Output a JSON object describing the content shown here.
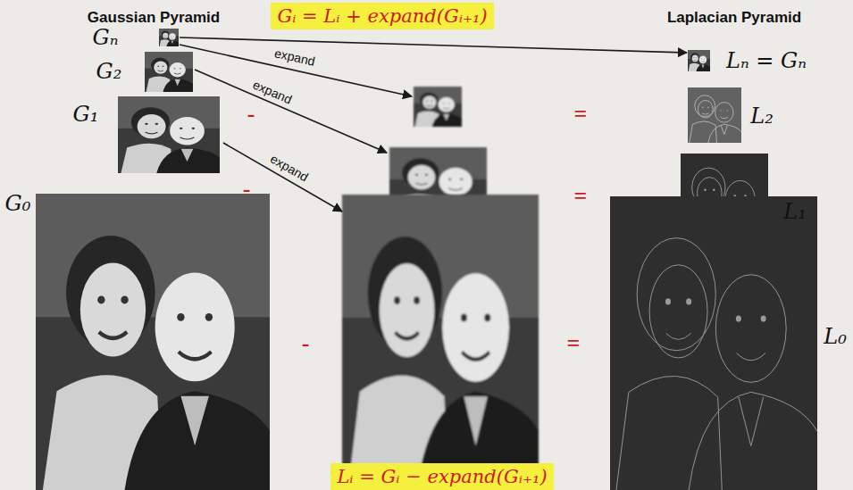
{
  "diagram": {
    "nodes": [
      {
        "text": [
          "Gᵢ = Lᵢ + expand(Gᵢ₊₁)"
        ]
      },
      {
        "text": [
          "Gₙ"
        ]
      },
      {
        "text": [
          "Lₙ = Gₙ"
        ]
      },
      {
        "text": [
          "G₂"
        ]
      },
      {
        "text": [
          "L₂"
        ]
      },
      {
        "text": [
          "G₁"
        ]
      },
      {
        "text": [
          "L₁"
        ]
      },
      {
        "text": [
          "G₀"
        ]
      },
      {
        "text": [
          "L₀"
        ]
      },
      {
        "text": [
          "Lᵢ = Gᵢ − expand(Gᵢ₊₁)"
        ]
      }
    ],
    "edges": [
      {
        "from": 1,
        "to": 2,
        "arrow": "to"
      }
    ],
    "labels": [
      "Gaussian Pyramid",
      "Laplacian Pyramid",
      "expand",
      "expand",
      "expand",
      "-",
      "=",
      "-",
      "=",
      "-",
      "="
    ]
  }
}
